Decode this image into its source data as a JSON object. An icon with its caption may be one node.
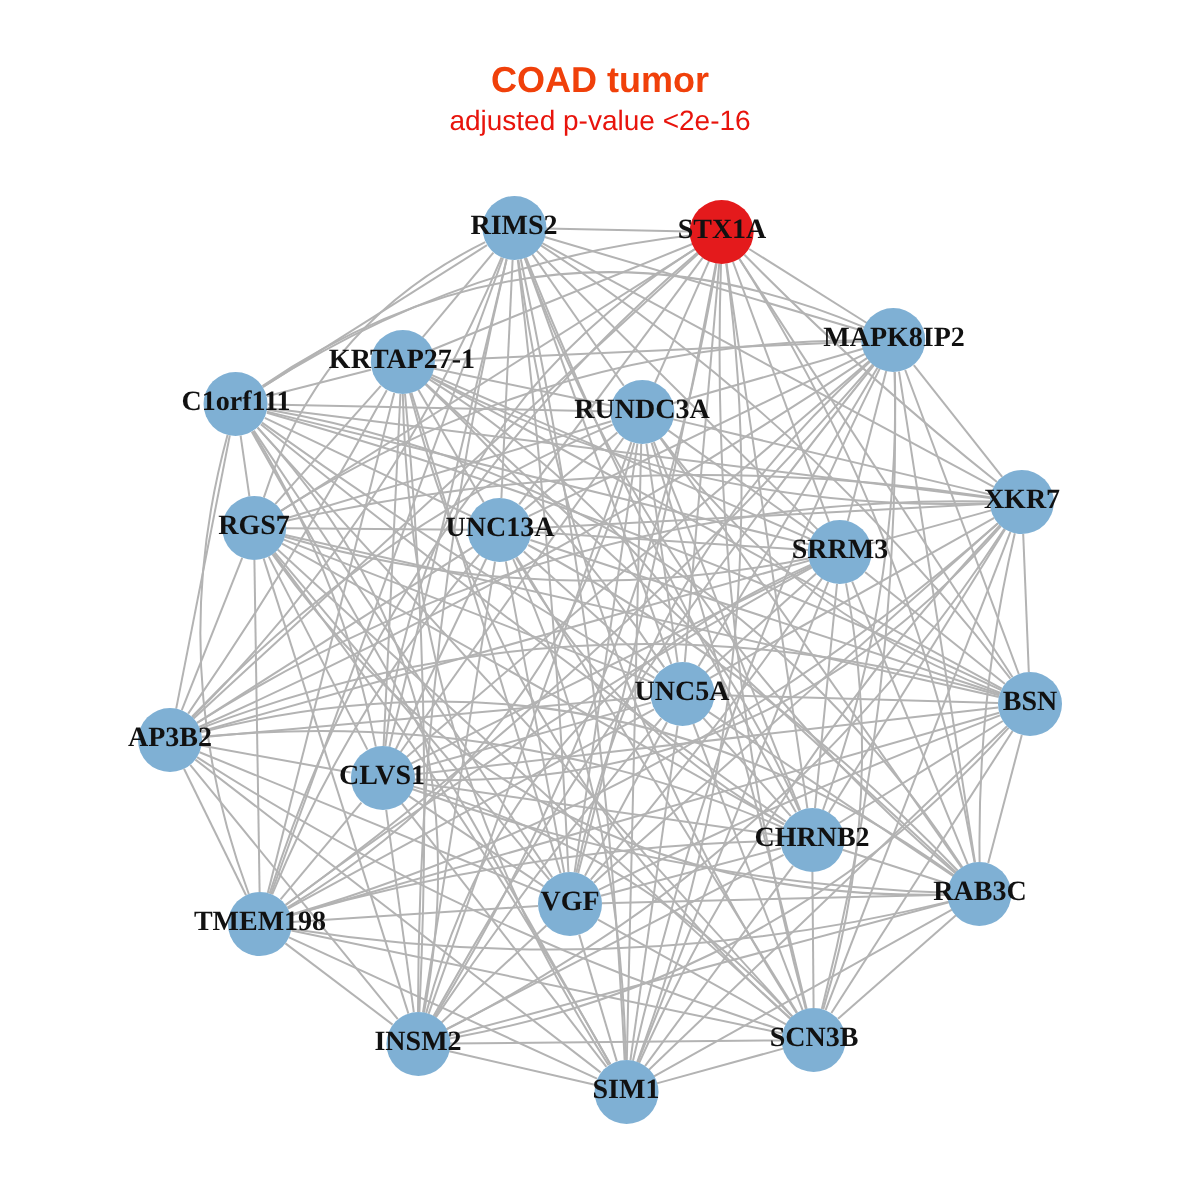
{
  "diagram": {
    "title": "COAD tumor",
    "nodes": [
      {
        "text": [
          "RIMS2"
        ]
      },
      {
        "text": [
          "STX1A"
        ]
      },
      {
        "text": [
          "MAPK8IP2"
        ]
      },
      {
        "text": [
          "KRTAP27-1"
        ]
      },
      {
        "text": [
          "C1orf111"
        ]
      },
      {
        "text": [
          "RUNDC3A"
        ]
      },
      {
        "text": [
          "XKR7"
        ]
      },
      {
        "text": [
          "RGS7"
        ]
      },
      {
        "text": [
          "UNC13A"
        ]
      },
      {
        "text": [
          "SRRM3"
        ]
      },
      {
        "text": [
          "UNC5A"
        ]
      },
      {
        "text": [
          "BSN"
        ]
      },
      {
        "text": [
          "AP3B2"
        ]
      },
      {
        "text": [
          "CLVS1"
        ]
      },
      {
        "text": [
          "CHRNB2"
        ]
      },
      {
        "text": [
          "RAB3C"
        ]
      },
      {
        "text": [
          "VGF"
        ]
      },
      {
        "text": [
          "TMEM198"
        ]
      },
      {
        "text": [
          "INSM2"
        ]
      },
      {
        "text": [
          "SCN3B"
        ]
      },
      {
        "text": [
          "SIM1"
        ]
      }
    ],
    "edges": [
      {
        "from": 0,
        "to": 1,
        "arrow": "none"
      },
      {
        "from": 0,
        "to": 2,
        "arrow": "none"
      },
      {
        "from": 0,
        "to": 3,
        "arrow": "none"
      },
      {
        "from": 0,
        "to": 4,
        "arrow": "none"
      },
      {
        "from": 0,
        "to": 5,
        "arrow": "none"
      },
      {
        "from": 0,
        "to": 6,
        "arrow": "none"
      },
      {
        "from": 0,
        "to": 7,
        "arrow": "none"
      },
      {
        "from": 0,
        "to": 8,
        "arrow": "none"
      },
      {
        "from": 0,
        "to": 9,
        "arrow": "none"
      },
      {
        "from": 0,
        "to": 10,
        "arrow": "none"
      },
      {
        "from": 0,
        "to": 11,
        "arrow": "none"
      },
      {
        "from": 0,
        "to": 12,
        "arrow": "none"
      },
      {
        "from": 0,
        "to": 13,
        "arrow": "none"
      },
      {
        "from": 0,
        "to": 14,
        "arrow": "none"
      },
      {
        "from": 0,
        "to": 15,
        "arrow": "none"
      },
      {
        "from": 0,
        "to": 16,
        "arrow": "none"
      },
      {
        "from": 0,
        "to": 17,
        "arrow": "none"
      },
      {
        "from": 0,
        "to": 18,
        "arrow": "none"
      },
      {
        "from": 0,
        "to": 19,
        "arrow": "none"
      },
      {
        "from": 0,
        "to": 20,
        "arrow": "none"
      },
      {
        "from": 1,
        "to": 2,
        "arrow": "none"
      },
      {
        "from": 1,
        "to": 3,
        "arrow": "none"
      },
      {
        "from": 1,
        "to": 4,
        "arrow": "none"
      },
      {
        "from": 1,
        "to": 5,
        "arrow": "none"
      },
      {
        "from": 1,
        "to": 6,
        "arrow": "none"
      },
      {
        "from": 1,
        "to": 7,
        "arrow": "none"
      },
      {
        "from": 1,
        "to": 8,
        "arrow": "none"
      },
      {
        "from": 1,
        "to": 9,
        "arrow": "none"
      },
      {
        "from": 1,
        "to": 10,
        "arrow": "none"
      },
      {
        "from": 1,
        "to": 11,
        "arrow": "none"
      },
      {
        "from": 1,
        "to": 12,
        "arrow": "none"
      },
      {
        "from": 1,
        "to": 13,
        "arrow": "none"
      },
      {
        "from": 1,
        "to": 14,
        "arrow": "none"
      },
      {
        "from": 1,
        "to": 15,
        "arrow": "none"
      },
      {
        "from": 1,
        "to": 16,
        "arrow": "none"
      },
      {
        "from": 1,
        "to": 17,
        "arrow": "none"
      },
      {
        "from": 1,
        "to": 18,
        "arrow": "none"
      },
      {
        "from": 1,
        "to": 19,
        "arrow": "none"
      },
      {
        "from": 1,
        "to": 20,
        "arrow": "none"
      },
      {
        "from": 2,
        "to": 3,
        "arrow": "none"
      },
      {
        "from": 2,
        "to": 4,
        "arrow": "none"
      },
      {
        "from": 2,
        "to": 5,
        "arrow": "none"
      },
      {
        "from": 2,
        "to": 6,
        "arrow": "none"
      },
      {
        "from": 2,
        "to": 7,
        "arrow": "none"
      },
      {
        "from": 2,
        "to": 8,
        "arrow": "none"
      },
      {
        "from": 2,
        "to": 9,
        "arrow": "none"
      },
      {
        "from": 2,
        "to": 10,
        "arrow": "none"
      },
      {
        "from": 2,
        "to": 11,
        "arrow": "none"
      },
      {
        "from": 2,
        "to": 12,
        "arrow": "none"
      },
      {
        "from": 2,
        "to": 13,
        "arrow": "none"
      },
      {
        "from": 2,
        "to": 14,
        "arrow": "none"
      },
      {
        "from": 2,
        "to": 15,
        "arrow": "none"
      },
      {
        "from": 2,
        "to": 16,
        "arrow": "none"
      },
      {
        "from": 2,
        "to": 17,
        "arrow": "none"
      },
      {
        "from": 2,
        "to": 18,
        "arrow": "none"
      },
      {
        "from": 2,
        "to": 19,
        "arrow": "none"
      },
      {
        "from": 2,
        "to": 20,
        "arrow": "none"
      },
      {
        "from": 3,
        "to": 4,
        "arrow": "none"
      },
      {
        "from": 3,
        "to": 5,
        "arrow": "none"
      },
      {
        "from": 3,
        "to": 6,
        "arrow": "none"
      },
      {
        "from": 3,
        "to": 7,
        "arrow": "none"
      },
      {
        "from": 3,
        "to": 8,
        "arrow": "none"
      },
      {
        "from": 3,
        "to": 9,
        "arrow": "none"
      },
      {
        "from": 3,
        "to": 10,
        "arrow": "none"
      },
      {
        "from": 3,
        "to": 11,
        "arrow": "none"
      },
      {
        "from": 3,
        "to": 12,
        "arrow": "none"
      },
      {
        "from": 3,
        "to": 13,
        "arrow": "none"
      },
      {
        "from": 3,
        "to": 14,
        "arrow": "none"
      },
      {
        "from": 3,
        "to": 15,
        "arrow": "none"
      },
      {
        "from": 3,
        "to": 16,
        "arrow": "none"
      },
      {
        "from": 3,
        "to": 17,
        "arrow": "none"
      },
      {
        "from": 3,
        "to": 18,
        "arrow": "none"
      },
      {
        "from": 3,
        "to": 19,
        "arrow": "none"
      },
      {
        "from": 3,
        "to": 20,
        "arrow": "none"
      },
      {
        "from": 4,
        "to": 5,
        "arrow": "none"
      },
      {
        "from": 4,
        "to": 6,
        "arrow": "none"
      },
      {
        "from": 4,
        "to": 7,
        "arrow": "none"
      },
      {
        "from": 4,
        "to": 8,
        "arrow": "none"
      },
      {
        "from": 4,
        "to": 9,
        "arrow": "none"
      },
      {
        "from": 4,
        "to": 10,
        "arrow": "none"
      },
      {
        "from": 4,
        "to": 11,
        "arrow": "none"
      },
      {
        "from": 4,
        "to": 12,
        "arrow": "none"
      },
      {
        "from": 4,
        "to": 13,
        "arrow": "none"
      },
      {
        "from": 4,
        "to": 14,
        "arrow": "none"
      },
      {
        "from": 4,
        "to": 15,
        "arrow": "none"
      },
      {
        "from": 4,
        "to": 16,
        "arrow": "none"
      },
      {
        "from": 4,
        "to": 17,
        "arrow": "none"
      },
      {
        "from": 4,
        "to": 18,
        "arrow": "none"
      },
      {
        "from": 4,
        "to": 19,
        "arrow": "none"
      },
      {
        "from": 4,
        "to": 20,
        "arrow": "none"
      },
      {
        "from": 5,
        "to": 6,
        "arrow": "none"
      },
      {
        "from": 5,
        "to": 7,
        "arrow": "none"
      },
      {
        "from": 5,
        "to": 8,
        "arrow": "none"
      },
      {
        "from": 5,
        "to": 9,
        "arrow": "none"
      },
      {
        "from": 5,
        "to": 10,
        "arrow": "none"
      },
      {
        "from": 5,
        "to": 11,
        "arrow": "none"
      },
      {
        "from": 5,
        "to": 12,
        "arrow": "none"
      },
      {
        "from": 5,
        "to": 13,
        "arrow": "none"
      },
      {
        "from": 5,
        "to": 14,
        "arrow": "none"
      },
      {
        "from": 5,
        "to": 15,
        "arrow": "none"
      },
      {
        "from": 5,
        "to": 16,
        "arrow": "none"
      },
      {
        "from": 5,
        "to": 17,
        "arrow": "none"
      },
      {
        "from": 5,
        "to": 18,
        "arrow": "none"
      },
      {
        "from": 5,
        "to": 19,
        "arrow": "none"
      },
      {
        "from": 5,
        "to": 20,
        "arrow": "none"
      },
      {
        "from": 6,
        "to": 7,
        "arrow": "none"
      },
      {
        "from": 6,
        "to": 8,
        "arrow": "none"
      },
      {
        "from": 6,
        "to": 9,
        "arrow": "none"
      },
      {
        "from": 6,
        "to": 10,
        "arrow": "none"
      },
      {
        "from": 6,
        "to": 11,
        "arrow": "none"
      },
      {
        "from": 6,
        "to": 12,
        "arrow": "none"
      },
      {
        "from": 6,
        "to": 13,
        "arrow": "none"
      },
      {
        "from": 6,
        "to": 14,
        "arrow": "none"
      },
      {
        "from": 6,
        "to": 15,
        "arrow": "none"
      },
      {
        "from": 6,
        "to": 16,
        "arrow": "none"
      },
      {
        "from": 6,
        "to": 17,
        "arrow": "none"
      },
      {
        "from": 6,
        "to": 18,
        "arrow": "none"
      },
      {
        "from": 6,
        "to": 19,
        "arrow": "none"
      },
      {
        "from": 6,
        "to": 20,
        "arrow": "none"
      },
      {
        "from": 7,
        "to": 8,
        "arrow": "none"
      },
      {
        "from": 7,
        "to": 9,
        "arrow": "none"
      },
      {
        "from": 7,
        "to": 10,
        "arrow": "none"
      },
      {
        "from": 7,
        "to": 11,
        "arrow": "none"
      },
      {
        "from": 7,
        "to": 12,
        "arrow": "none"
      },
      {
        "from": 7,
        "to": 13,
        "arrow": "none"
      },
      {
        "from": 7,
        "to": 14,
        "arrow": "none"
      },
      {
        "from": 7,
        "to": 15,
        "arrow": "none"
      },
      {
        "from": 7,
        "to": 16,
        "arrow": "none"
      },
      {
        "from": 7,
        "to": 17,
        "arrow": "none"
      },
      {
        "from": 7,
        "to": 18,
        "arrow": "none"
      },
      {
        "from": 7,
        "to": 19,
        "arrow": "none"
      },
      {
        "from": 7,
        "to": 20,
        "arrow": "none"
      },
      {
        "from": 8,
        "to": 9,
        "arrow": "none"
      },
      {
        "from": 8,
        "to": 10,
        "arrow": "none"
      },
      {
        "from": 8,
        "to": 11,
        "arrow": "none"
      },
      {
        "from": 8,
        "to": 12,
        "arrow": "none"
      },
      {
        "from": 8,
        "to": 13,
        "arrow": "none"
      },
      {
        "from": 8,
        "to": 14,
        "arrow": "none"
      },
      {
        "from": 8,
        "to": 15,
        "arrow": "none"
      },
      {
        "from": 8,
        "to": 16,
        "arrow": "none"
      },
      {
        "from": 8,
        "to": 17,
        "arrow": "none"
      },
      {
        "from": 8,
        "to": 18,
        "arrow": "none"
      },
      {
        "from": 8,
        "to": 19,
        "arrow": "none"
      },
      {
        "from": 8,
        "to": 20,
        "arrow": "none"
      },
      {
        "from": 9,
        "to": 10,
        "arrow": "none"
      },
      {
        "from": 9,
        "to": 11,
        "arrow": "none"
      },
      {
        "from": 9,
        "to": 12,
        "arrow": "none"
      },
      {
        "from": 9,
        "to": 13,
        "arrow": "none"
      },
      {
        "from": 9,
        "to": 14,
        "arrow": "none"
      },
      {
        "from": 9,
        "to": 15,
        "arrow": "none"
      },
      {
        "from": 9,
        "to": 16,
        "arrow": "none"
      },
      {
        "from": 9,
        "to": 17,
        "arrow": "none"
      },
      {
        "from": 9,
        "to": 18,
        "arrow": "none"
      },
      {
        "from": 9,
        "to": 19,
        "arrow": "none"
      },
      {
        "from": 9,
        "to": 20,
        "arrow": "none"
      },
      {
        "from": 10,
        "to": 11,
        "arrow": "none"
      },
      {
        "from": 10,
        "to": 12,
        "arrow": "none"
      },
      {
        "from": 10,
        "to": 13,
        "arrow": "none"
      },
      {
        "from": 10,
        "to": 14,
        "arrow": "none"
      },
      {
        "from": 10,
        "to": 15,
        "arrow": "none"
      },
      {
        "from": 10,
        "to": 16,
        "arrow": "none"
      },
      {
        "from": 10,
        "to": 17,
        "arrow": "none"
      },
      {
        "from": 10,
        "to": 18,
        "arrow": "none"
      },
      {
        "from": 10,
        "to": 19,
        "arrow": "none"
      },
      {
        "from": 10,
        "to": 20,
        "arrow": "none"
      },
      {
        "from": 11,
        "to": 12,
        "arrow": "none"
      },
      {
        "from": 11,
        "to": 13,
        "arrow": "none"
      },
      {
        "from": 11,
        "to": 14,
        "arrow": "none"
      },
      {
        "from": 11,
        "to": 15,
        "arrow": "none"
      },
      {
        "from": 11,
        "to": 16,
        "arrow": "none"
      },
      {
        "from": 11,
        "to": 17,
        "arrow": "none"
      },
      {
        "from": 11,
        "to": 18,
        "arrow": "none"
      },
      {
        "from": 11,
        "to": 19,
        "arrow": "none"
      },
      {
        "from": 11,
        "to": 20,
        "arrow": "none"
      },
      {
        "from": 12,
        "to": 13,
        "arrow": "none"
      },
      {
        "from": 12,
        "to": 14,
        "arrow": "none"
      },
      {
        "from": 12,
        "to": 15,
        "arrow": "none"
      },
      {
        "from": 12,
        "to": 16,
        "arrow": "none"
      },
      {
        "from": 12,
        "to": 17,
        "arrow": "none"
      },
      {
        "from": 12,
        "to": 18,
        "arrow": "none"
      },
      {
        "from": 12,
        "to": 19,
        "arrow": "none"
      },
      {
        "from": 12,
        "to": 20,
        "arrow": "none"
      },
      {
        "from": 13,
        "to": 14,
        "arrow": "none"
      },
      {
        "from": 13,
        "to": 15,
        "arrow": "none"
      },
      {
        "from": 13,
        "to": 16,
        "arrow": "none"
      },
      {
        "from": 13,
        "to": 17,
        "arrow": "none"
      },
      {
        "from": 13,
        "to": 18,
        "arrow": "none"
      },
      {
        "from": 13,
        "to": 19,
        "arrow": "none"
      },
      {
        "from": 13,
        "to": 20,
        "arrow": "none"
      },
      {
        "from": 14,
        "to": 15,
        "arrow": "none"
      },
      {
        "from": 14,
        "to": 16,
        "arrow": "none"
      },
      {
        "from": 14,
        "to": 17,
        "arrow": "none"
      },
      {
        "from": 14,
        "to": 18,
        "arrow": "none"
      },
      {
        "from": 14,
        "to": 19,
        "arrow": "none"
      },
      {
        "from": 14,
        "to": 20,
        "arrow": "none"
      },
      {
        "from": 15,
        "to": 16,
        "arrow": "none"
      },
      {
        "from": 15,
        "to": 17,
        "arrow": "none"
      },
      {
        "from": 15,
        "to": 18,
        "arrow": "none"
      },
      {
        "from": 15,
        "to": 19,
        "arrow": "none"
      },
      {
        "from": 15,
        "to": 20,
        "arrow": "none"
      },
      {
        "from": 16,
        "to": 17,
        "arrow": "none"
      },
      {
        "from": 16,
        "to": 18,
        "arrow": "none"
      },
      {
        "from": 16,
        "to": 19,
        "arrow": "none"
      },
      {
        "from": 16,
        "to": 20,
        "arrow": "none"
      },
      {
        "from": 17,
        "to": 18,
        "arrow": "none"
      },
      {
        "from": 17,
        "to": 19,
        "arrow": "none"
      },
      {
        "from": 17,
        "to": 20,
        "arrow": "none"
      },
      {
        "from": 18,
        "to": 19,
        "arrow": "none"
      },
      {
        "from": 18,
        "to": 20,
        "arrow": "none"
      },
      {
        "from": 19,
        "to": 20,
        "arrow": "none"
      }
    ],
    "labels": [
      "adjusted p-value <2e-16"
    ]
  }
}
